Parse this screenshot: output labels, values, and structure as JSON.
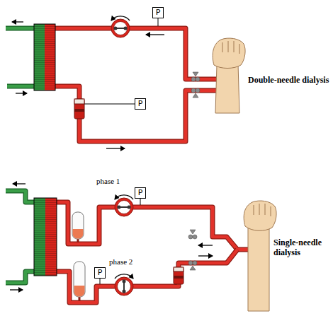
{
  "diagram": {
    "nodes": [
      {
        "text": [
          "P"
        ]
      },
      {
        "text": [
          "P"
        ]
      },
      {
        "text": [
          "P"
        ]
      },
      {
        "text": [
          "P"
        ]
      }
    ],
    "labels": [
      "Double-needle dialysis",
      "phase 1",
      "Single-needle dialysis",
      "phase 2"
    ]
  }
}
